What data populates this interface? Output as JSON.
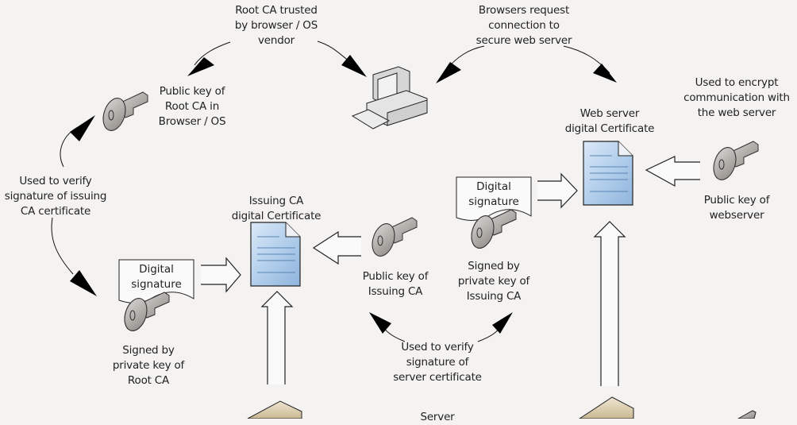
{
  "diagram": {
    "title": "SSL/TLS certificate chain of trust",
    "labels": {
      "root_ca_trusted": [
        "Root CA trusted",
        "by browser / OS",
        "vendor"
      ],
      "browsers_request": [
        "Browsers request",
        "connection to",
        "secure web server"
      ],
      "public_key_root_ca": [
        "Public key of",
        "Root CA in",
        "Browser / OS"
      ],
      "web_server_cert": [
        "Web server",
        "digital Certificate"
      ],
      "used_to_encrypt": [
        "Used to encrypt",
        "communication with",
        "the web server"
      ],
      "public_key_webserver": [
        "Public key of",
        "webserver"
      ],
      "used_to_verify_issuing": [
        "Used to verify",
        "signature of issuing",
        "CA certificate"
      ],
      "issuing_ca_cert": [
        "Issuing CA",
        "digital Certificate"
      ],
      "public_key_issuing_ca": [
        "Public key of",
        "Issuing CA"
      ],
      "signed_by_issuing_ca": [
        "Signed by",
        "private key of",
        "Issuing CA"
      ],
      "signed_by_root_ca": [
        "Signed by",
        "private key of",
        "Root CA"
      ],
      "used_to_verify_server": [
        "Used to verify",
        "signature of",
        "server certificate"
      ],
      "server_partial": [
        "Server"
      ]
    },
    "signatures": {
      "left": [
        "Digital",
        "signature"
      ],
      "right": [
        "Digital",
        "signature"
      ]
    },
    "colors": {
      "background": "#f4f3f2",
      "document_fill": "#a9c8e8",
      "key_fill": "#b8b4b0",
      "server_fill": "#d8ccb0",
      "ink": "#111111"
    }
  }
}
